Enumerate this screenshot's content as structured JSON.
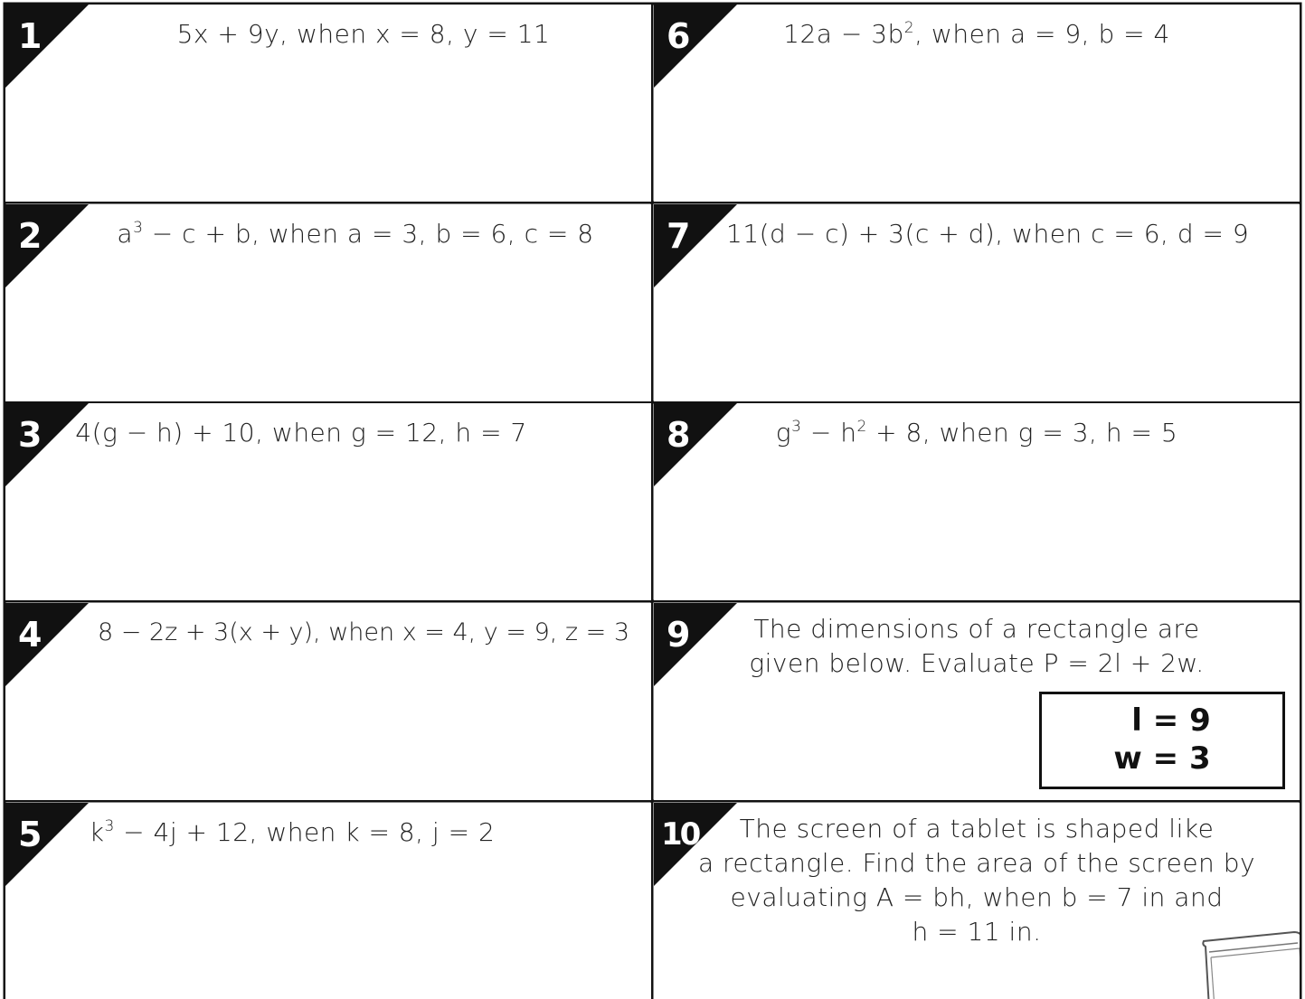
{
  "problems": [
    {
      "number": "1",
      "parts": [
        "5x + 9y, when x = 8, y = 11"
      ]
    },
    {
      "number": "2",
      "parts": [
        "a",
        "3",
        " − c + b, when a = 3, b = 6, c = 8"
      ]
    },
    {
      "number": "3",
      "parts": [
        "4(g − h) + 10, when g = 12, h = 7"
      ]
    },
    {
      "number": "4",
      "parts": [
        "8 − 2z + 3(x + y), when x = 4, y = 9, z = 3"
      ]
    },
    {
      "number": "5",
      "parts": [
        "k",
        "3",
        " − 4j + 12, when k = 8, j = 2"
      ]
    },
    {
      "number": "6",
      "parts": [
        "12a − 3b",
        "2",
        ", when a = 9, b = 4"
      ]
    },
    {
      "number": "7",
      "parts": [
        "11(d − c) + 3(c + d), when c = 6, d = 9"
      ]
    },
    {
      "number": "8",
      "parts": [
        "g",
        "3",
        " − h",
        "2",
        " + 8, when g = 3, h = 5"
      ]
    },
    {
      "number": "9",
      "text_line1": "The dimensions of a rectangle are",
      "text_line2": "given below. Evaluate P = 2l + 2w.",
      "given_l": "l = 9",
      "given_w": "w = 3"
    },
    {
      "number": "10",
      "text_line1": "The screen of a tablet is shaped like",
      "text_line2": "a rectangle. Find the area of the screen by",
      "text_line3": "evaluating A = bh, when b = 7 in and",
      "text_line4": "h = 11 in."
    }
  ]
}
